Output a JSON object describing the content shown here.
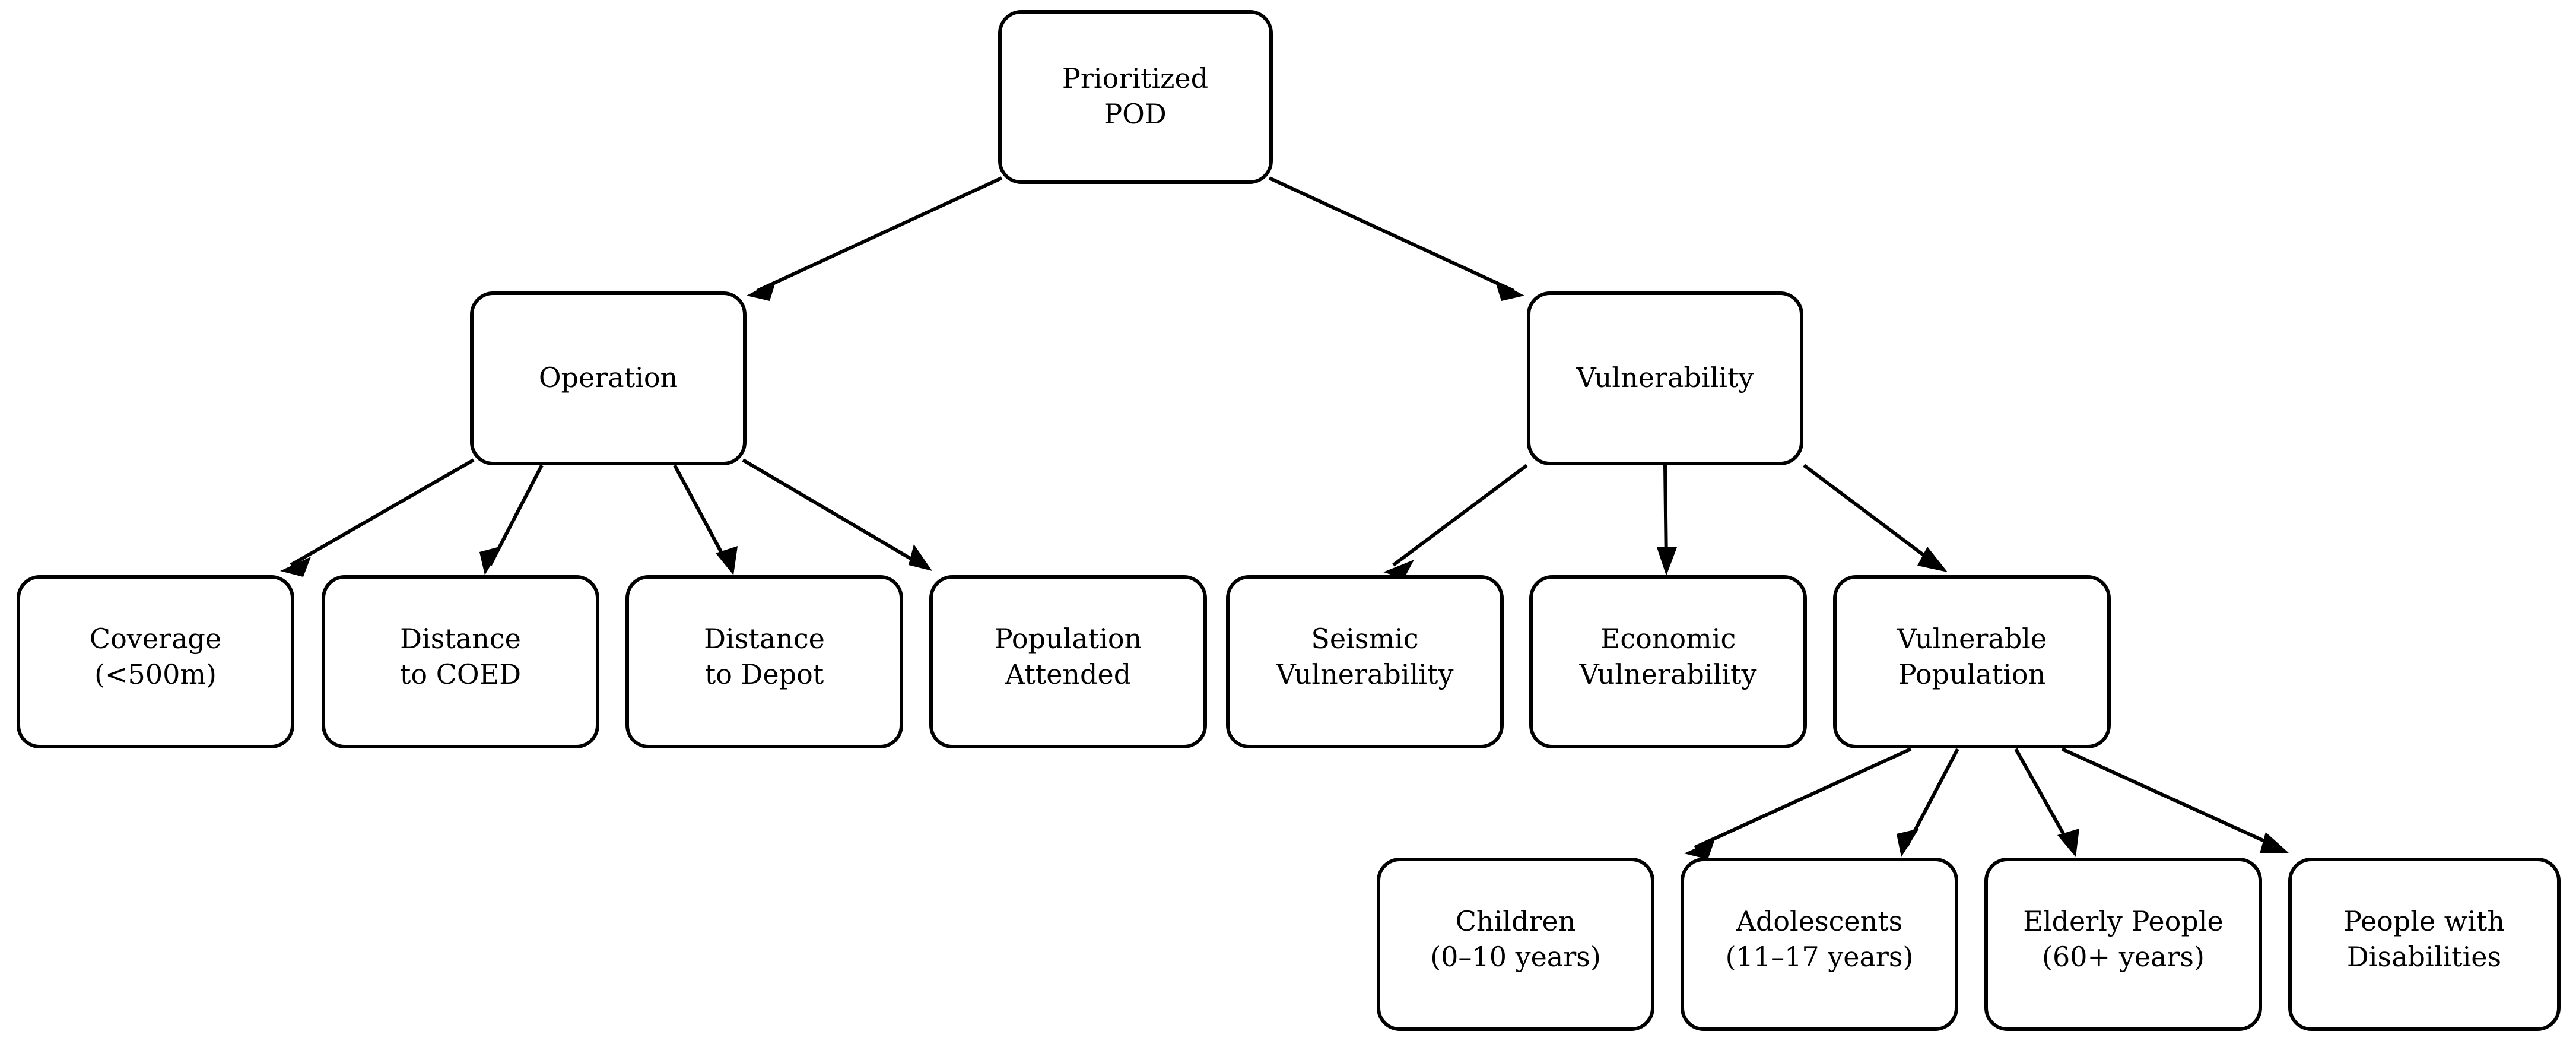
{
  "diagram": {
    "title": "Prioritized POD criteria hierarchy",
    "background_color": "#ffffff",
    "line_color": "#000000",
    "node_fill": "#ffffff",
    "nodes": {
      "root": {
        "label_line1": "Prioritized",
        "label_line2": "POD"
      },
      "operation": {
        "label_line1": "Operation",
        "label_line2": ""
      },
      "vulnerability": {
        "label_line1": "Vulnerability",
        "label_line2": ""
      },
      "coverage": {
        "label_line1": "Coverage",
        "label_line2": "(<500m)"
      },
      "distance_coed": {
        "label_line1": "Distance",
        "label_line2": "to COED"
      },
      "distance_depot": {
        "label_line1": "Distance",
        "label_line2": "to Depot"
      },
      "population_attended": {
        "label_line1": "Population",
        "label_line2": "Attended"
      },
      "seismic_vulnerability": {
        "label_line1": "Seismic",
        "label_line2": "Vulnerability"
      },
      "economic_vulnerability": {
        "label_line1": "Economic",
        "label_line2": "Vulnerability"
      },
      "vulnerable_population": {
        "label_line1": "Vulnerable",
        "label_line2": "Population"
      },
      "children": {
        "label_line1": "Children",
        "label_line2": "(0–10 years)"
      },
      "adolescents": {
        "label_line1": "Adolescents",
        "label_line2": "(11–17 years)"
      },
      "elderly": {
        "label_line1": "Elderly People",
        "label_line2": "(60+ years)"
      },
      "disabilities": {
        "label_line1": "People with",
        "label_line2": "Disabilities"
      }
    },
    "edges": [
      {
        "from": "root",
        "to": "operation"
      },
      {
        "from": "root",
        "to": "vulnerability"
      },
      {
        "from": "operation",
        "to": "coverage"
      },
      {
        "from": "operation",
        "to": "distance_coed"
      },
      {
        "from": "operation",
        "to": "distance_depot"
      },
      {
        "from": "operation",
        "to": "population_attended"
      },
      {
        "from": "vulnerability",
        "to": "seismic_vulnerability"
      },
      {
        "from": "vulnerability",
        "to": "economic_vulnerability"
      },
      {
        "from": "vulnerability",
        "to": "vulnerable_population"
      },
      {
        "from": "vulnerable_population",
        "to": "children"
      },
      {
        "from": "vulnerable_population",
        "to": "adolescents"
      },
      {
        "from": "vulnerable_population",
        "to": "elderly"
      },
      {
        "from": "vulnerable_population",
        "to": "disabilities"
      }
    ]
  }
}
